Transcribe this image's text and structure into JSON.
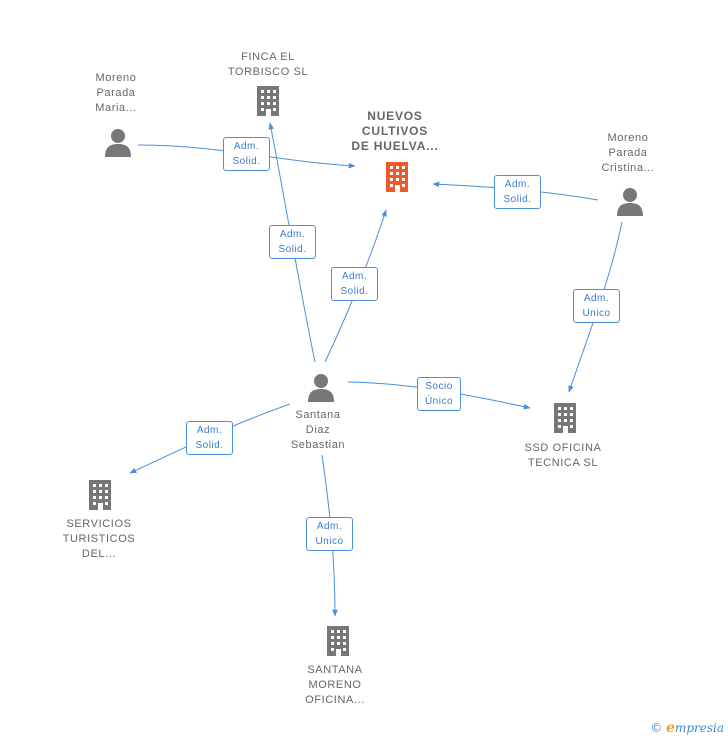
{
  "colors": {
    "edge": "#4a90d9",
    "node": "#777777",
    "main_node": "#f05a28"
  },
  "nodes": [
    {
      "id": "nuevos",
      "type": "company",
      "main": true,
      "label": "NUEVOS\nCULTIVOS\nDE HUELVA..."
    },
    {
      "id": "finca",
      "type": "company",
      "label": "FINCA EL\nTORBISCO SL"
    },
    {
      "id": "moreno_maria",
      "type": "person",
      "label": "Moreno\nParada\nMaria..."
    },
    {
      "id": "moreno_cristina",
      "type": "person",
      "label": "Moreno\nParada\nCristina..."
    },
    {
      "id": "santana",
      "type": "person",
      "label": "Santana\nDiaz\nSebastian"
    },
    {
      "id": "ssd",
      "type": "company",
      "label": "SSD OFICINA\nTECNICA SL"
    },
    {
      "id": "servicios",
      "type": "company",
      "label": "SERVICIOS\nTURISTICOS\nDEL..."
    },
    {
      "id": "santana_moreno",
      "type": "company",
      "label": "SANTANA\nMORENO\nOFICINA..."
    }
  ],
  "edges": [
    {
      "id": "e1",
      "from": "moreno_maria",
      "to": "nuevos",
      "label": "Adm.\nSolid."
    },
    {
      "id": "e2",
      "from": "moreno_cristina",
      "to": "nuevos",
      "label": "Adm.\nSolid."
    },
    {
      "id": "e3",
      "from": "santana",
      "to": "finca",
      "label": "Adm.\nSolid."
    },
    {
      "id": "e4",
      "from": "santana",
      "to": "nuevos",
      "label": "Adm.\nSolid."
    },
    {
      "id": "e5",
      "from": "moreno_cristina",
      "to": "ssd",
      "label": "Adm.\nUnico"
    },
    {
      "id": "e6",
      "from": "santana",
      "to": "ssd",
      "label": "Socio\nÚnico"
    },
    {
      "id": "e7",
      "from": "santana",
      "to": "servicios",
      "label": "Adm.\nSolid."
    },
    {
      "id": "e8",
      "from": "santana",
      "to": "santana_moreno",
      "label": "Adm.\nUnico"
    }
  ],
  "footer": {
    "copyright": "©",
    "brand_initial": "e",
    "brand_rest": "mpresia"
  }
}
